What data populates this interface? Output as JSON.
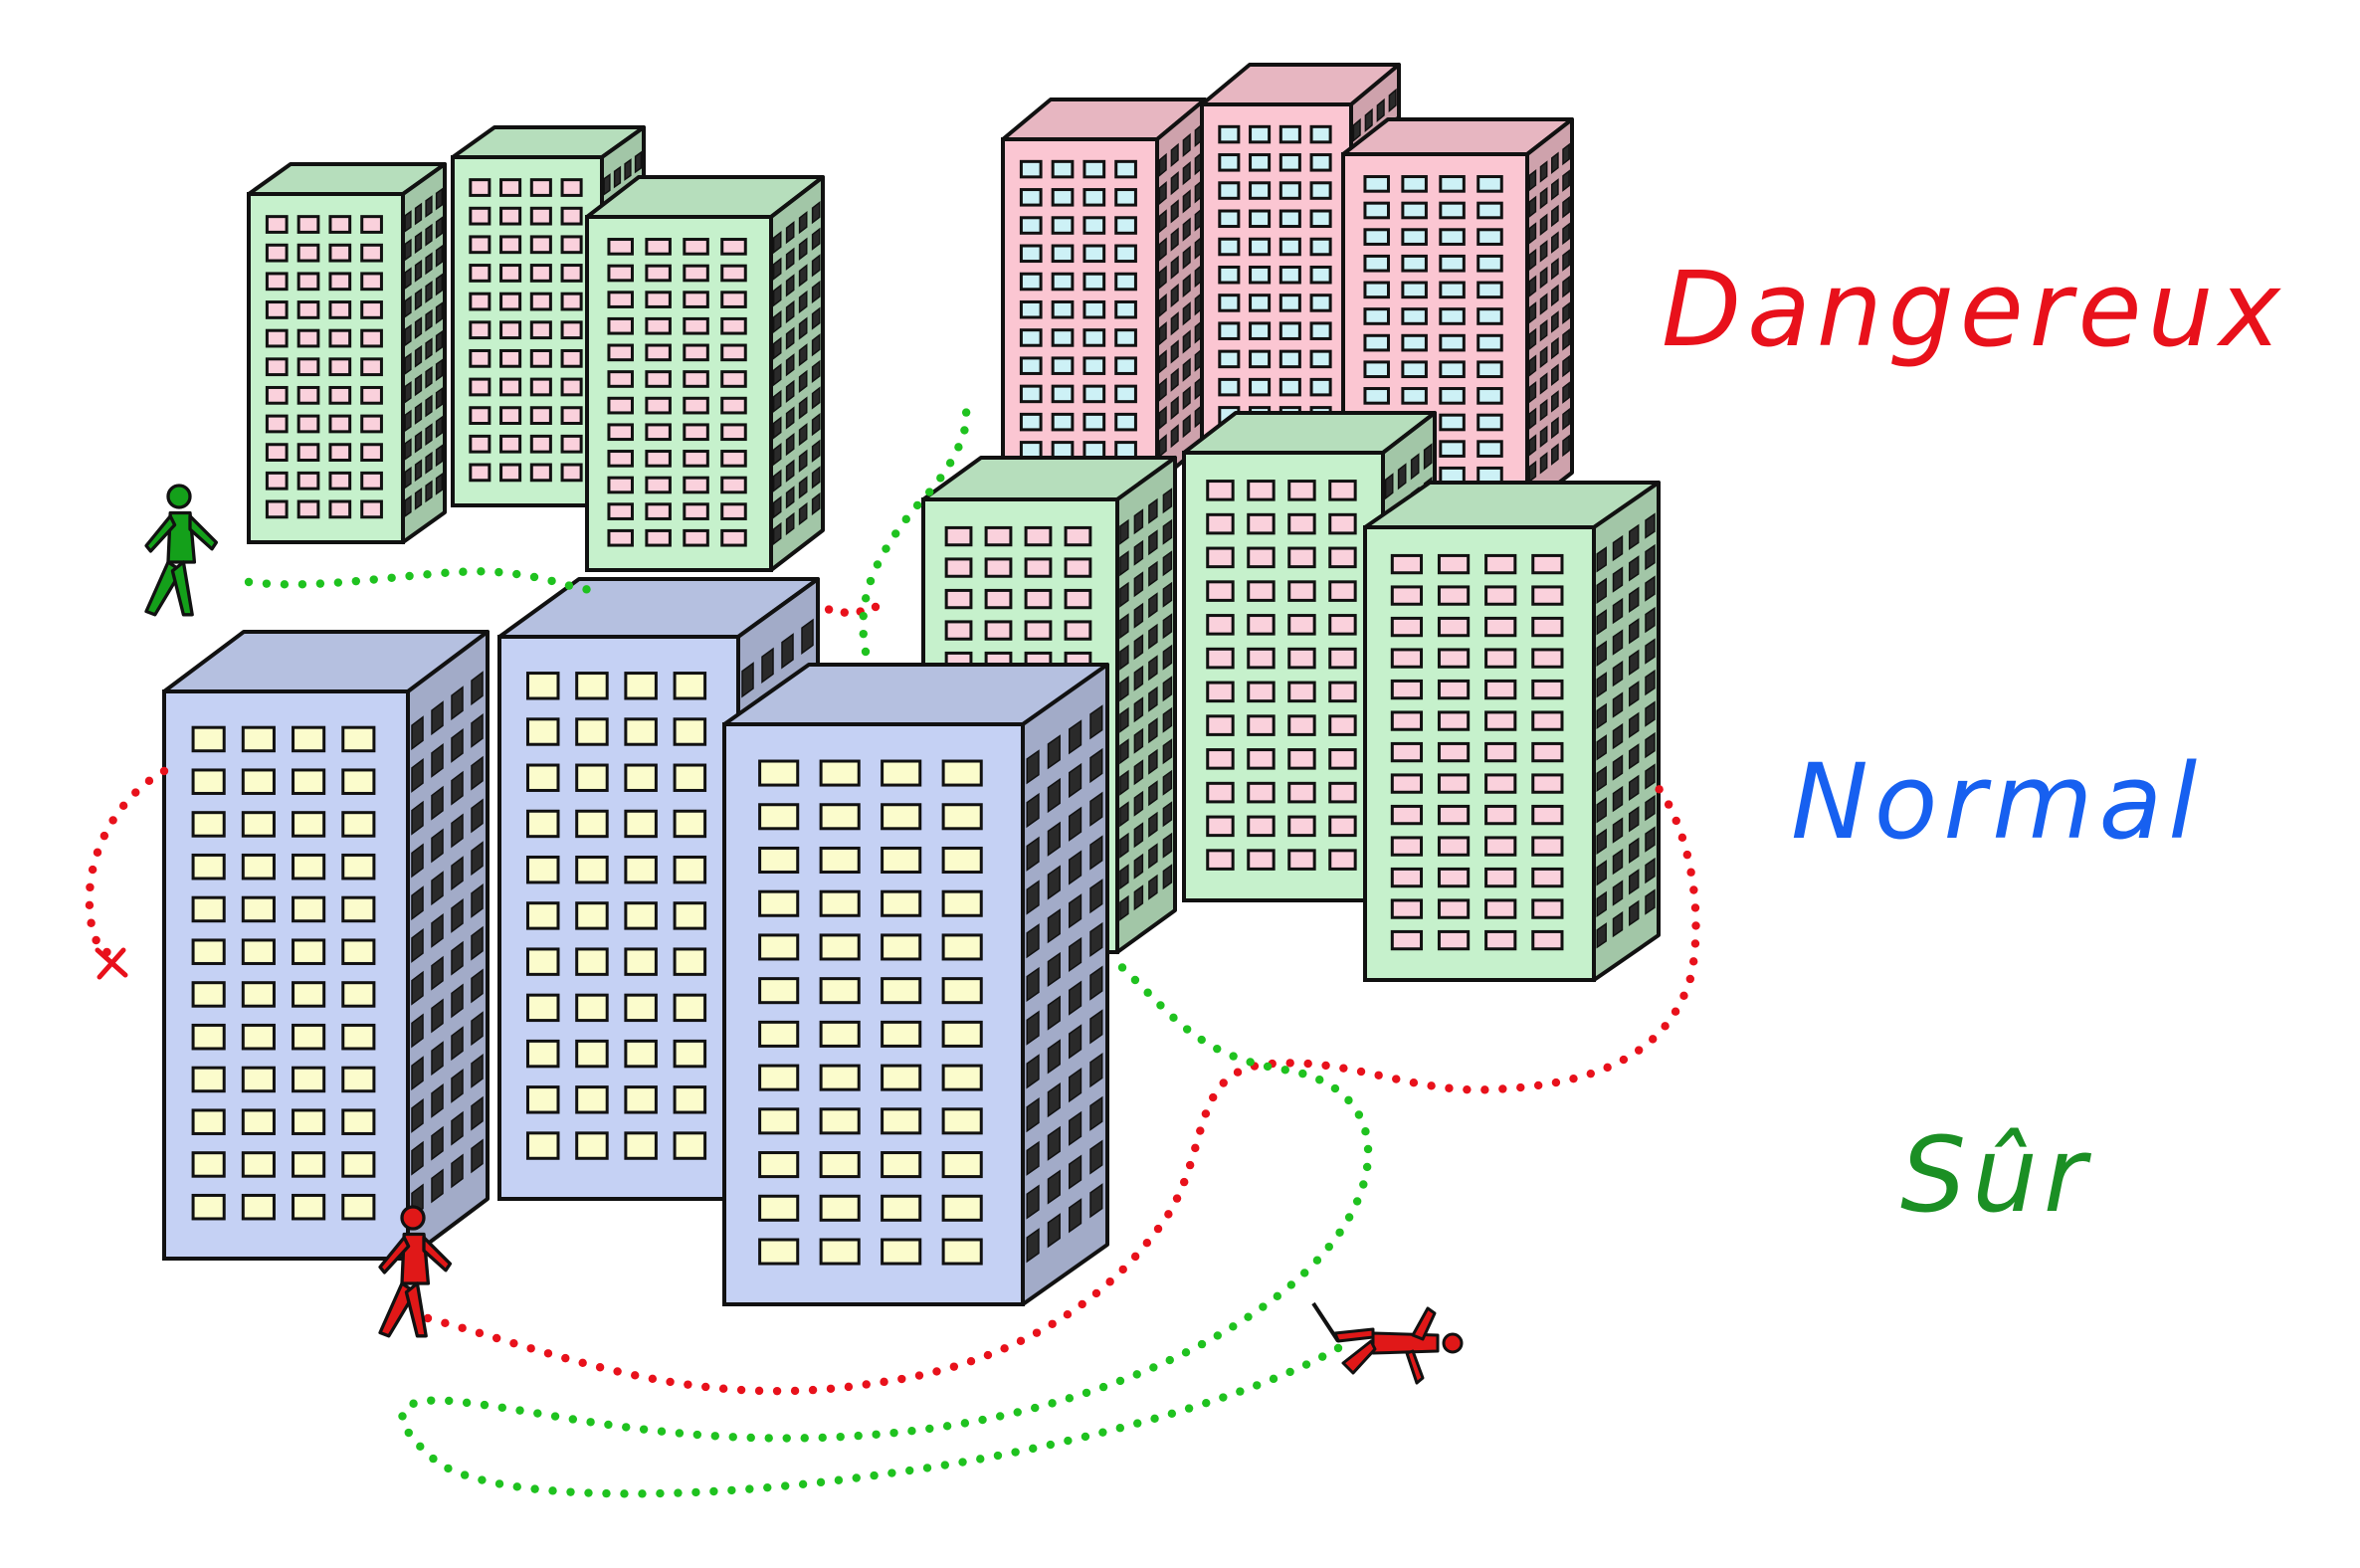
{
  "legend": {
    "danger": {
      "label": "Dangereux",
      "color": "#e8111b"
    },
    "normal": {
      "label": "Normal",
      "color": "#1760f0"
    },
    "safe": {
      "label": "Sûr",
      "color": "#1b8f24"
    }
  },
  "palette": {
    "green_wall": "#c6f1cc",
    "pink_wall": "#fbc6d2",
    "blue_wall": "#c5d1f4",
    "pink_window": "#fad1dc",
    "cyan_window": "#cdf1f6",
    "yellow_window": "#fbfccc",
    "outline": "#111111",
    "red_path": "#e8111b",
    "green_path": "#1fc21f"
  },
  "elements": {
    "buildings": [
      "green-building",
      "pink-building",
      "blue-building"
    ],
    "people": [
      "walking-person-green",
      "walking-person-red",
      "fallen-person-red"
    ],
    "paths": [
      "red-dotted-path",
      "green-dotted-path"
    ]
  }
}
